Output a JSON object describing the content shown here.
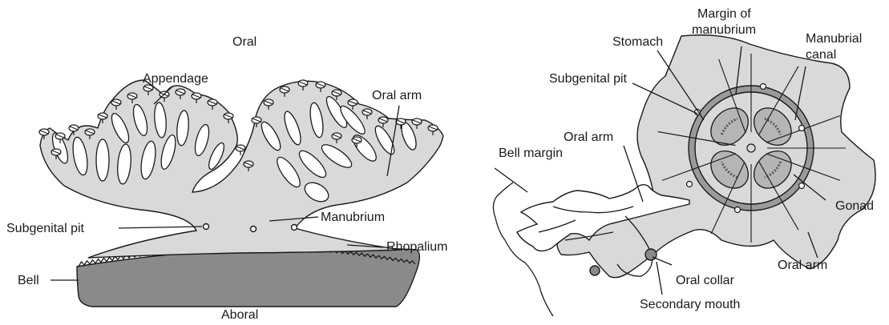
{
  "colors": {
    "body_fill": "#d9d9d9",
    "bell_fill": "#8a8a8a",
    "outline": "#1a1a1a",
    "appendage_fill": "#ffffff",
    "gonad_fill": "#b5b5b5",
    "ring_fill": "#9a9a9a"
  },
  "left_panel": {
    "labels": {
      "oral": "Oral",
      "aboral": "Aboral",
      "appendage": "Appendage",
      "oral_arm": "Oral arm",
      "subgenital_pit": "Subgenital pit",
      "manubrium": "Manubrium",
      "rhopalium": "Rhopalium",
      "bell": "Bell"
    }
  },
  "right_panel": {
    "labels": {
      "margin_of_manubrium_line1": "Margin of",
      "margin_of_manubrium_line2": "manubrium",
      "stomach": "Stomach",
      "manubrial_canal_line1": "Manubrial",
      "manubrial_canal_line2": "canal",
      "subgenital_pit": "Subgenital pit",
      "oral_arm_top": "Oral arm",
      "bell_margin": "Bell margin",
      "gonad": "Gonad",
      "oral_arm_bottom": "Oral arm",
      "oral_collar": "Oral collar",
      "secondary_mouth": "Secondary mouth"
    }
  }
}
